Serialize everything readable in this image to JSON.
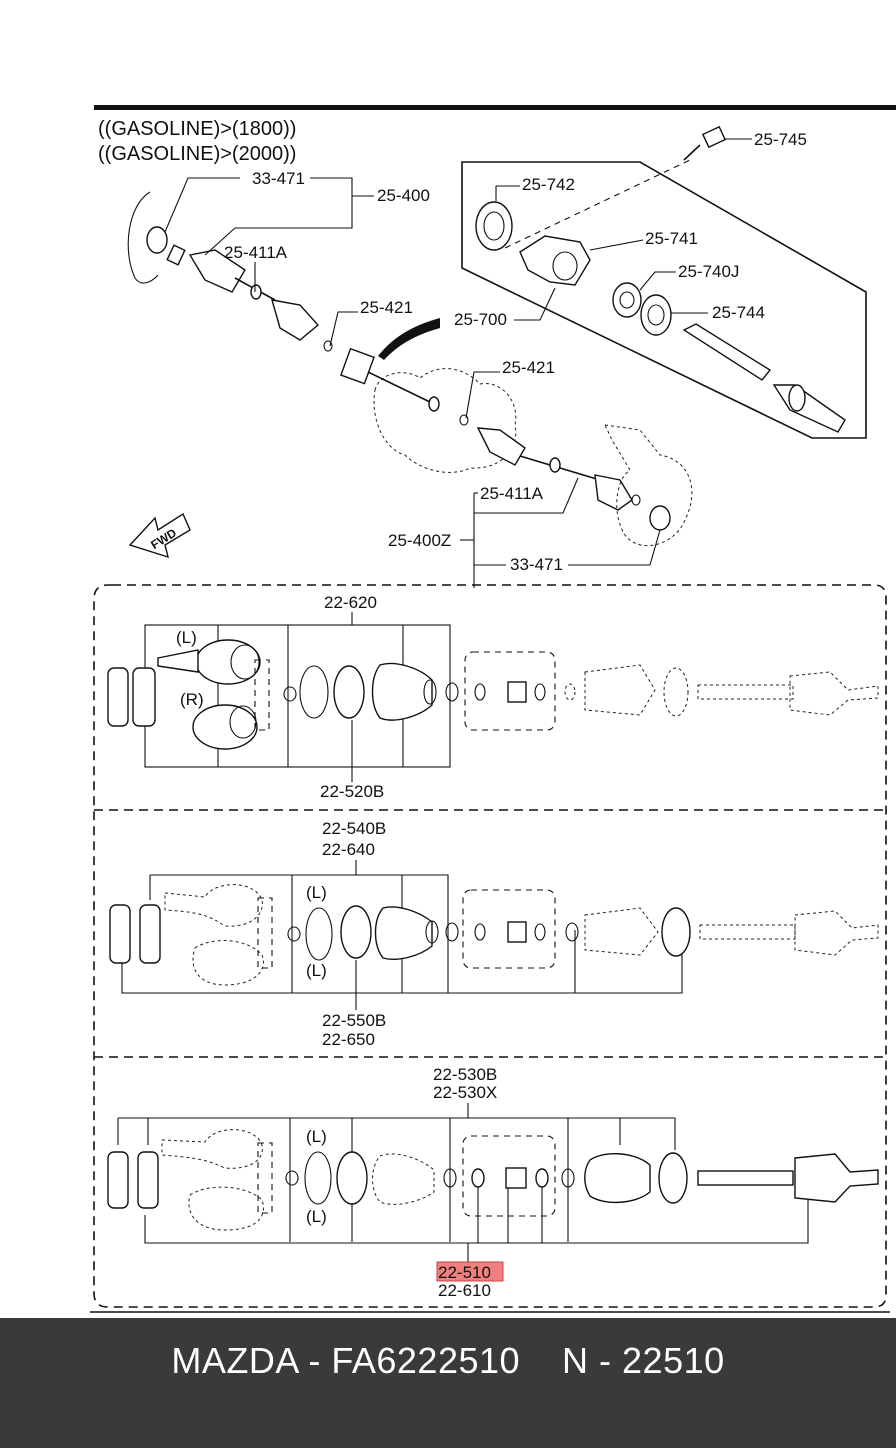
{
  "header": {
    "line1": "((GASOLINE)>(1800))",
    "line2": "((GASOLINE)>(2000))"
  },
  "top_labels": {
    "p25745": "25-745",
    "p33471a": "33-471",
    "p25400": "25-400",
    "p25742": "25-742",
    "p25741": "25-741",
    "p25411a_top": "25-411A",
    "p25740j": "25-740J",
    "p25744": "25-744",
    "p25421a": "25-421",
    "p25700": "25-700",
    "p25421b": "25-421",
    "p25411a_bottom": "25-411A",
    "p25400z": "25-400Z",
    "p33471b": "33-471",
    "fwd": "FWD"
  },
  "panel1": {
    "top_label": "22-620",
    "bottom_label": "22-520B",
    "left_tag": "(L)",
    "right_tag": "(R)"
  },
  "panel2": {
    "top_label1": "22-540B",
    "top_label2": "22-640",
    "bottom_label1": "22-550B",
    "bottom_label2": "22-650",
    "tag_top": "(L)",
    "tag_bottom": "(L)"
  },
  "panel3": {
    "top_label1": "22-530B",
    "top_label2": "22-530X",
    "bottom_label_highlight": "22-510",
    "bottom_label2": "22-610",
    "tag_top": "(L)",
    "tag_bottom": "(L)",
    "highlight_color": "#f08080"
  },
  "footer": {
    "text": "MAZDA - FA6222510    N - 22510"
  }
}
